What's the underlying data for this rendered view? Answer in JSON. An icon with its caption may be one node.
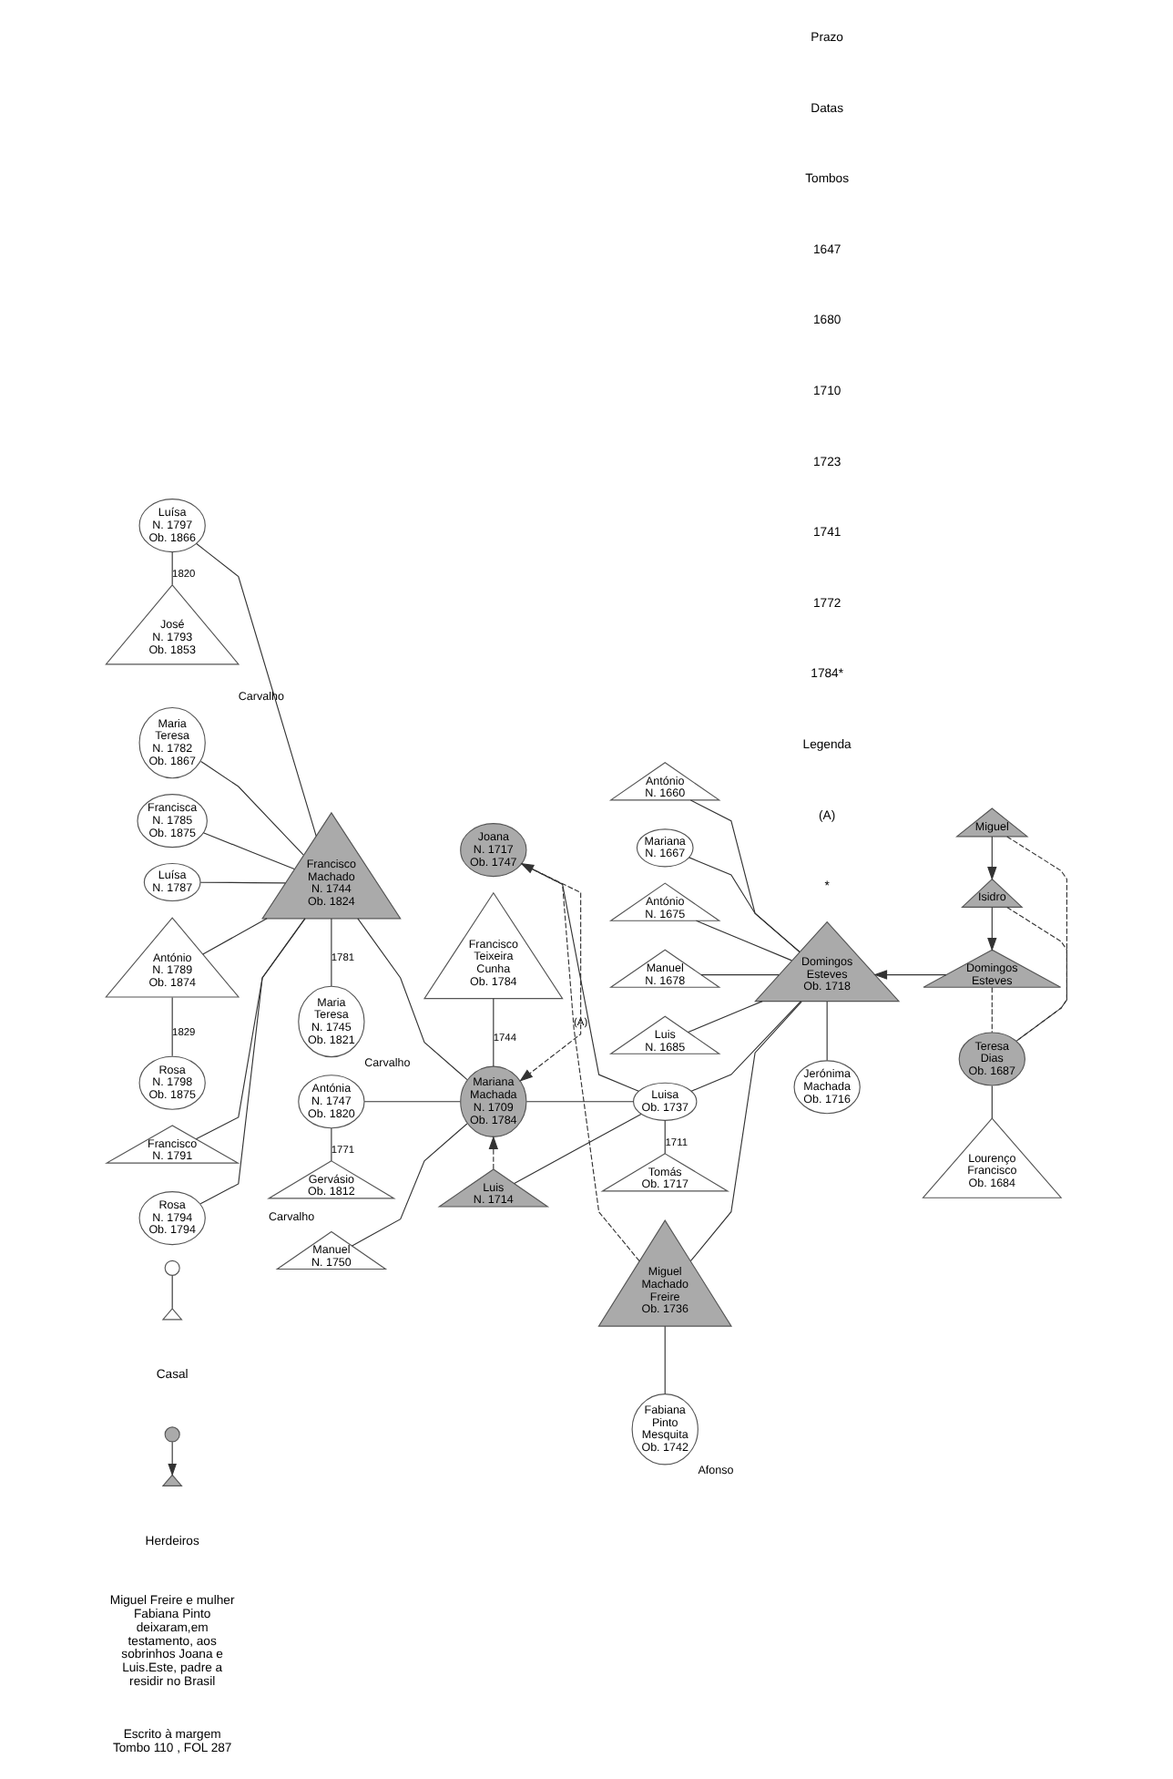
{
  "diagram": {
    "nodes": [
      {
        "text": [
          "Miguel"
        ]
      },
      {
        "text": [
          "Isidro"
        ]
      },
      {
        "text": [
          "Domingos Esteves"
        ]
      },
      {
        "text": [
          "Teresa Dias",
          "Ob. 1687"
        ]
      },
      {
        "text": [
          "Lourenço Francisco",
          "Ob. 1684"
        ]
      },
      {
        "text": [
          "Domingos Esteves",
          "Ob. 1718"
        ]
      },
      {
        "text": [
          "Jerónima Machada",
          "Ob. 1716"
        ]
      },
      {
        "text": [
          "António",
          "N. 1660"
        ]
      },
      {
        "text": [
          "Mariana",
          "N. 1667"
        ]
      },
      {
        "text": [
          "António",
          "N. 1675"
        ]
      },
      {
        "text": [
          "Manuel",
          "N. 1678"
        ]
      },
      {
        "text": [
          "Luis",
          "N. 1685"
        ]
      },
      {
        "text": [
          "Luisa",
          "Ob. 1737"
        ]
      },
      {
        "text": [
          "Tomás",
          "Ob. 1717"
        ]
      },
      {
        "text": [
          "Miguel Machado Freire",
          "Ob. 1736"
        ]
      },
      {
        "text": [
          "Fabiana Pinto Mesquita",
          "Ob. 1742"
        ],
        "beside": [
          "Afonso"
        ]
      },
      {
        "text": [
          "Francisco Teixeira Cunha",
          "Ob. 1784"
        ]
      },
      {
        "text": [
          "Mariana Machada",
          "N. 1709",
          "Ob. 1784"
        ]
      },
      {
        "text": [
          "Luis",
          "N. 1714"
        ]
      },
      {
        "text": [
          "Joana",
          "N. 1717",
          "Ob. 1747"
        ]
      },
      {
        "text": [
          "Francisco Machado",
          "N. 1744",
          "Ob. 1824"
        ]
      },
      {
        "text": [
          "Maria Teresa",
          "N. 1745",
          "Ob. 1821"
        ],
        "beside": [
          "Carvalho"
        ]
      },
      {
        "text": [
          "Antónia",
          "N. 1747",
          "Ob. 1820"
        ]
      },
      {
        "text": [
          "Gervásio",
          "Ob. 1812"
        ],
        "beside": [
          "Carvalho"
        ]
      },
      {
        "text": [
          "Manuel",
          "N. 1750"
        ]
      },
      {
        "text": [
          "Maria Teresa",
          "N. 1782",
          "Ob. 1867"
        ]
      },
      {
        "text": [
          "Francisca",
          "N. 1785",
          "Ob. 1875"
        ]
      },
      {
        "text": [
          "Luísa",
          "N. 1787"
        ]
      },
      {
        "text": [
          "António",
          "N. 1789",
          "Ob. 1874"
        ]
      },
      {
        "text": [
          "Rosa",
          "N. 1798",
          "Ob. 1875"
        ]
      },
      {
        "text": [
          "Francisco",
          "N. 1791"
        ]
      },
      {
        "text": [
          "Rosa",
          "N. 1794",
          "Ob. 1794"
        ]
      },
      {
        "text": [
          "Luísa",
          "N. 1797",
          "Ob. 1866"
        ]
      },
      {
        "text": [
          "José",
          "N. 1793",
          "Ob. 1853"
        ],
        "beside": [
          "Carvalho"
        ]
      }
    ],
    "edges": [
      {
        "from": 0,
        "to": 1,
        "arrow": "to"
      },
      {
        "from": 1,
        "to": 2,
        "arrow": "to"
      },
      {
        "from": 2,
        "to": 5,
        "arrow": "to"
      },
      {
        "from": 0,
        "to": 3,
        "arrow": "none",
        "style": "dashed"
      },
      {
        "from": 1,
        "to": 3,
        "arrow": "none",
        "style": "dashed"
      },
      {
        "from": 2,
        "to": 3,
        "arrow": "none",
        "style": "dashed"
      },
      {
        "from": 3,
        "to": 4,
        "arrow": "none"
      },
      {
        "from": 5,
        "to": 6,
        "arrow": "none"
      },
      {
        "from": 5,
        "to": 7,
        "arrow": "none"
      },
      {
        "from": 5,
        "to": 8,
        "arrow": "none"
      },
      {
        "from": 5,
        "to": 9,
        "arrow": "none"
      },
      {
        "from": 5,
        "to": 10,
        "arrow": "none"
      },
      {
        "from": 5,
        "to": 11,
        "arrow": "none"
      },
      {
        "from": 5,
        "to": 12,
        "arrow": "none"
      },
      {
        "from": 5,
        "to": 14,
        "arrow": "none"
      },
      {
        "from": 12,
        "to": 13,
        "arrow": "none",
        "label": "1711"
      },
      {
        "from": 14,
        "to": 15,
        "arrow": "none"
      },
      {
        "from": 12,
        "to": 17,
        "arrow": "none"
      },
      {
        "from": 12,
        "to": 18,
        "arrow": "none"
      },
      {
        "from": 12,
        "to": 19,
        "arrow": "none"
      },
      {
        "from": 14,
        "to": 19,
        "arrow": "to",
        "style": "dashed",
        "label": "(A)"
      },
      {
        "from": 18,
        "to": 17,
        "arrow": "to",
        "style": "dashed"
      },
      {
        "from": 19,
        "to": 17,
        "arrow": "to",
        "style": "dashed"
      },
      {
        "from": 16,
        "to": 17,
        "arrow": "none",
        "label": "1744"
      },
      {
        "from": 17,
        "to": 20,
        "arrow": "none"
      },
      {
        "from": 17,
        "to": 22,
        "arrow": "none"
      },
      {
        "from": 17,
        "to": 24,
        "arrow": "none"
      },
      {
        "from": 20,
        "to": 21,
        "arrow": "none",
        "label": "1781"
      },
      {
        "from": 22,
        "to": 23,
        "arrow": "none",
        "label": "1771"
      },
      {
        "from": 20,
        "to": 25,
        "arrow": "none"
      },
      {
        "from": 20,
        "to": 26,
        "arrow": "none"
      },
      {
        "from": 20,
        "to": 27,
        "arrow": "none"
      },
      {
        "from": 20,
        "to": 28,
        "arrow": "none"
      },
      {
        "from": 20,
        "to": 30,
        "arrow": "none"
      },
      {
        "from": 20,
        "to": 31,
        "arrow": "none"
      },
      {
        "from": 20,
        "to": 32,
        "arrow": "none"
      },
      {
        "from": 28,
        "to": 29,
        "arrow": "none",
        "label": "1829"
      },
      {
        "from": 32,
        "to": 33,
        "arrow": "none",
        "label": "1820"
      }
    ],
    "labels": [
      "Prazo",
      "Datas",
      "Tombos",
      "1647",
      "1680",
      "1710",
      "1723",
      "1741",
      "1772",
      "1784*",
      "Legenda",
      "(A)",
      "*"
    ],
    "legend": [
      {
        "text": "Casal"
      },
      {
        "text": "Herdeiros"
      },
      {
        "text": "Miguel Freire e mulher Fabiana Pinto deixaram,em testamento, aos sobrinhos Joana e Luis.Este, padre a residir no Brasil"
      },
      {
        "text": "Escrito à margem  Tombo 110 , FOL 287"
      }
    ]
  }
}
